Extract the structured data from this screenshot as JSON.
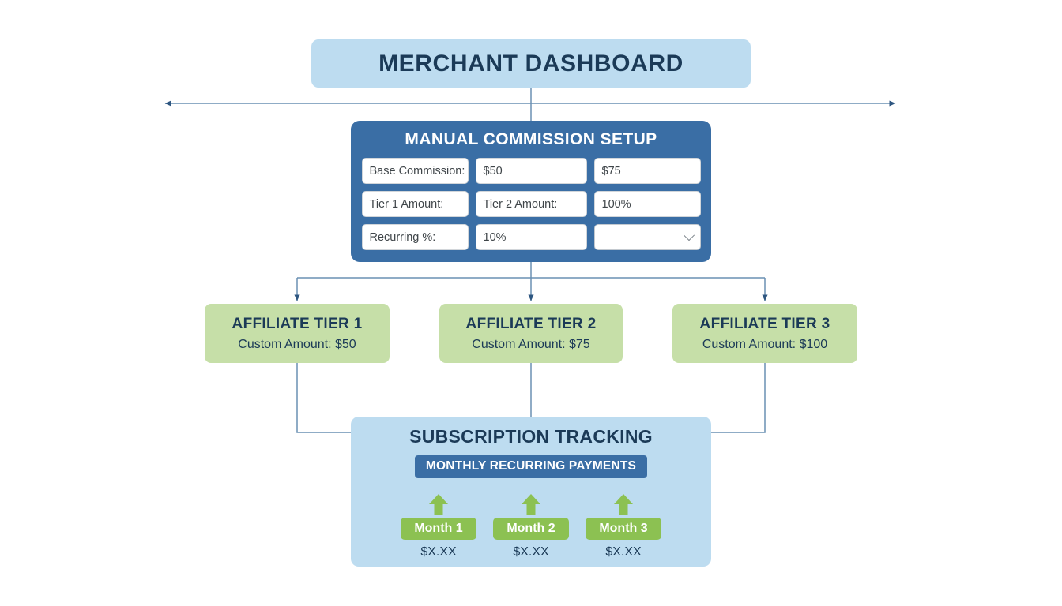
{
  "header": {
    "title": "MERCHANT DASHBOARD"
  },
  "commission_setup": {
    "title": "MANUAL COMMISSION SETUP",
    "fields": [
      {
        "name": "base-commission-label",
        "value": "Base Commission:",
        "type": "label"
      },
      {
        "name": "base-commission-value",
        "value": "$50",
        "type": "input"
      },
      {
        "name": "base-commission-alt-value",
        "value": "$75",
        "type": "input"
      },
      {
        "name": "tier-1-amount-label",
        "value": "Tier 1 Amount:",
        "type": "label"
      },
      {
        "name": "tier-2-amount-label",
        "value": "Tier 2 Amount:",
        "type": "label"
      },
      {
        "name": "tier-percent-value",
        "value": "100%",
        "type": "input"
      },
      {
        "name": "recurring-percent-label",
        "value": "Recurring %:",
        "type": "label"
      },
      {
        "name": "recurring-percent-value",
        "value": "10%",
        "type": "input"
      },
      {
        "name": "commission-type-select",
        "value": "",
        "type": "select"
      }
    ]
  },
  "tiers": [
    {
      "title": "AFFILIATE TIER 1",
      "subtitle": "Custom Amount: $50"
    },
    {
      "title": "AFFILIATE TIER 2",
      "subtitle": "Custom Amount: $75"
    },
    {
      "title": "AFFILIATE TIER 3",
      "subtitle": "Custom Amount: $100"
    }
  ],
  "subscription": {
    "title": "SUBSCRIPTION TRACKING",
    "badge": "MONTHLY RECURRING PAYMENTS",
    "months": [
      {
        "label": "Month 1",
        "amount": "$X.XX",
        "icon": "arrow-up-icon"
      },
      {
        "label": "Month 2",
        "amount": "$X.XX",
        "icon": "arrow-up-icon"
      },
      {
        "label": "Month 3",
        "amount": "$X.XX",
        "icon": "arrow-up-icon"
      }
    ]
  },
  "colors": {
    "page_background": "#ffffff",
    "header_fill": "#bddcf0",
    "panel_blue": "#3a6ea5",
    "tier_green": "#c6dfa8",
    "chip_green": "#8cc152",
    "text_navy": "#1b3a57",
    "connector": "#4a6f92"
  }
}
